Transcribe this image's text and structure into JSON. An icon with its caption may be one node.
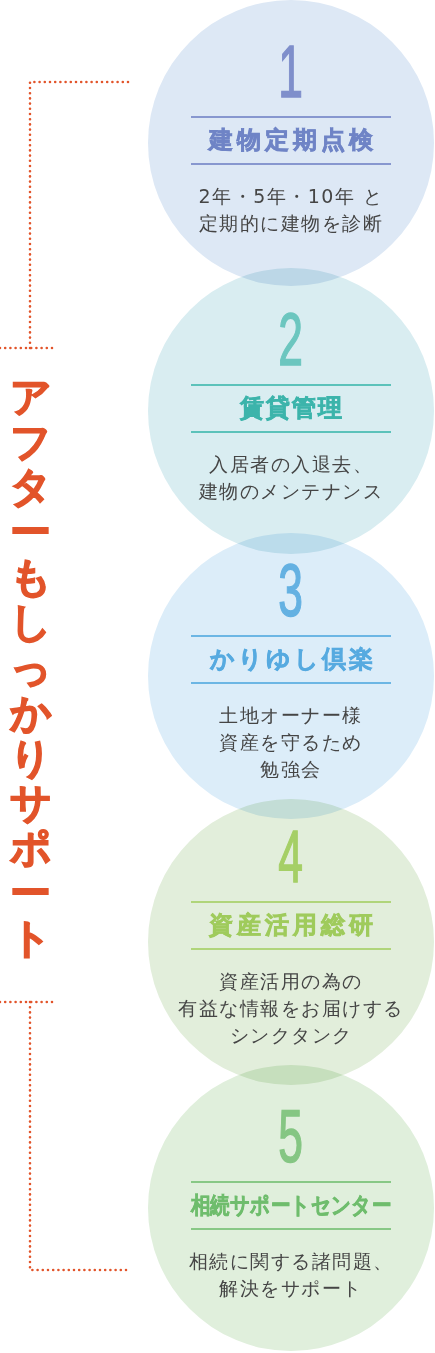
{
  "diagram": {
    "nodes": [
      {
        "text": [
          "1",
          "建物定期点検",
          "2年・5年・10年 と定期的に建物を診断"
        ]
      },
      {
        "text": [
          "2",
          "賃貸管理",
          "入居者の入退去、建物のメンテナンス"
        ]
      },
      {
        "text": [
          "3",
          "かりゆし倶楽",
          "土地オーナー様資産を守るため勉強会"
        ]
      },
      {
        "text": [
          "4",
          "資産活用総研",
          "資産活用の為の有益な情報をお届けするシンクタンク"
        ]
      },
      {
        "text": [
          "5",
          "相続サポートセンター",
          "相続に関する諸問題、解決をサポート"
        ]
      }
    ],
    "labels": [
      "アフターもしっかりサポート"
    ]
  }
}
